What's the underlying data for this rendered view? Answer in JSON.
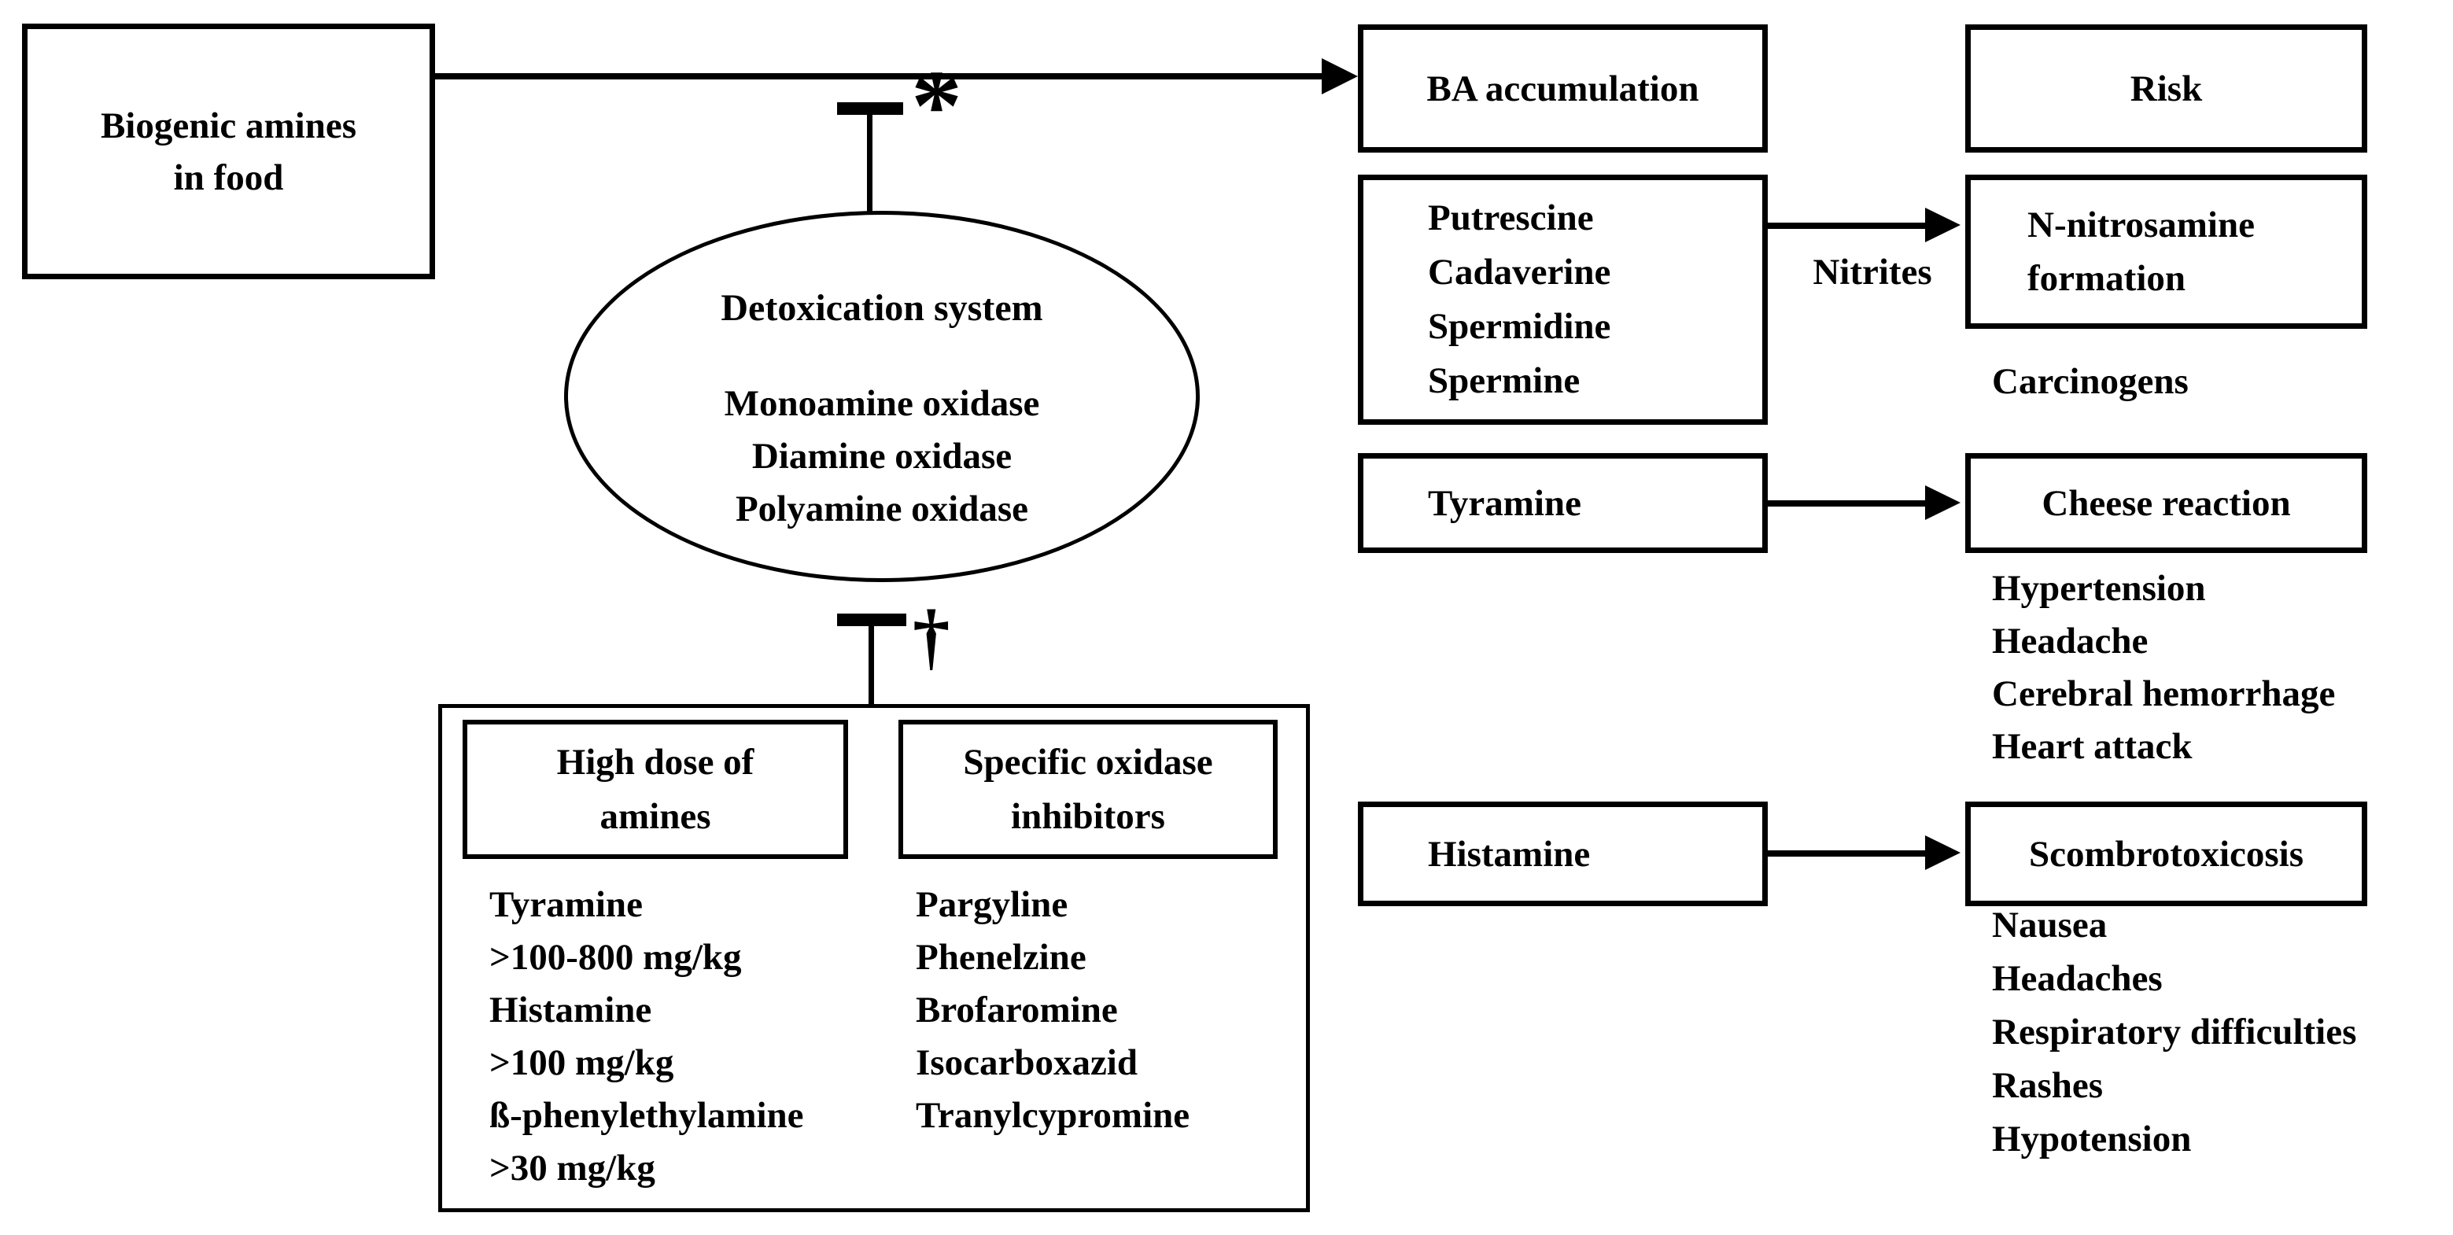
{
  "colors": {
    "ink": "#000000",
    "paper": "#ffffff"
  },
  "source_box": {
    "line1": "Biogenic amines",
    "line2": "in food"
  },
  "accumulation": {
    "header": "BA accumulation"
  },
  "risk_column": {
    "header": "Risk"
  },
  "detox_system": {
    "title": "Detoxication system",
    "enzymes": [
      "Monoamine oxidase",
      "Diamine oxidase",
      "Polyamine oxidase"
    ],
    "inhibition_marker": "*"
  },
  "inhibitors": {
    "marker": "†",
    "high_dose_box": {
      "line1": "High dose of",
      "line2": "amines"
    },
    "high_dose_items": [
      "Tyramine",
      ">100-800 mg/kg",
      "Histamine",
      ">100 mg/kg",
      "ß-phenylethylamine",
      ">30 mg/kg"
    ],
    "specific_box": {
      "line1": "Specific oxidase",
      "line2": "inhibitors"
    },
    "specific_items": [
      "Pargyline",
      "Phenelzine",
      "Brofaromine",
      "Isocarboxazid",
      "Tranylcypromine"
    ]
  },
  "pathways": {
    "polyamines": {
      "amines": [
        "Putrescine",
        "Cadaverine",
        "Spermidine",
        "Spermine"
      ],
      "arrow_label": "Nitrites",
      "risk_line1": "N-nitrosamine",
      "risk_line2": "formation",
      "effects": [
        "Carcinogens"
      ]
    },
    "tyramine": {
      "amine": "Tyramine",
      "risk": "Cheese reaction",
      "effects": [
        "Hypertension",
        "Headache",
        "Cerebral hemorrhage",
        "Heart attack"
      ]
    },
    "histamine": {
      "amine": "Histamine",
      "risk": "Scombrotoxicosis",
      "effects": [
        "Nausea",
        "Headaches",
        "Respiratory difficulties",
        "Rashes",
        "Hypotension"
      ]
    }
  }
}
